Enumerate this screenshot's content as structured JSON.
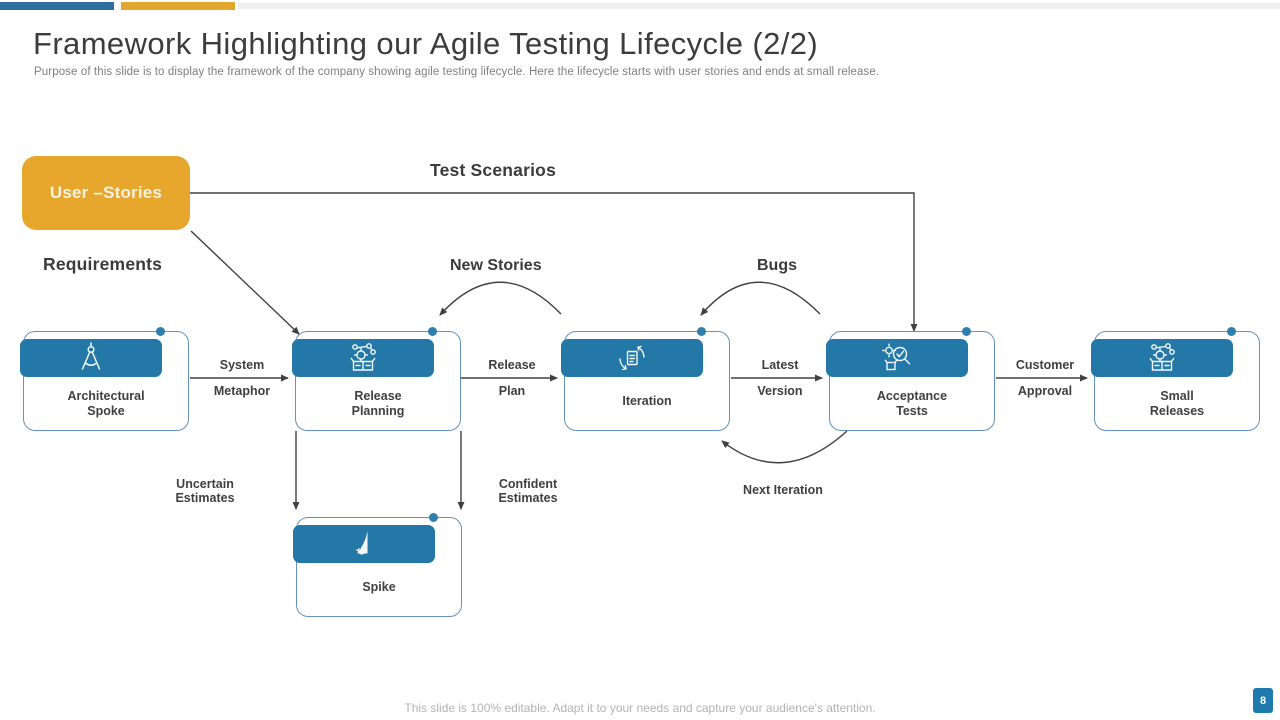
{
  "slide": {
    "title": "Framework Highlighting our Agile Testing Lifecycle (2/2)",
    "subtitle": "Purpose of this slide is to display the framework of the company showing agile testing lifecycle. Here the lifecycle starts with user stories and ends at small release.",
    "footer_note": "This slide is 100% editable. Adapt it to your needs and capture your audience's attention.",
    "page_number": "8"
  },
  "colors": {
    "node_fill": "#2478a8",
    "start_fill": "#e6a72c",
    "node_outline": "#6591bd",
    "connector": "#404040",
    "topbar_blue": "#2d6fa0",
    "topbar_yellow": "#e2a72e",
    "page_badge_blue": "#1f7bad"
  },
  "diagram": {
    "start_node": {
      "label": "User –Stories"
    },
    "flow_labels": {
      "test_scenarios": "Test Scenarios",
      "requirements": "Requirements",
      "new_stories": "New Stories",
      "bugs": "Bugs",
      "next_iteration": "Next Iteration",
      "uncertain_estimates": "Uncertain Estimates",
      "confident_estimates": "Confident Estimates"
    },
    "nodes": [
      {
        "label": "Architectural Spoke",
        "icon": "drafting-compass"
      },
      {
        "label": "Release Planning",
        "icon": "release-box-gear"
      },
      {
        "label": "Iteration",
        "icon": "document-cycle"
      },
      {
        "label": "Acceptance Tests",
        "icon": "magnifier-check"
      },
      {
        "label": "Small Releases",
        "icon": "release-box-gear"
      },
      {
        "label": "Spike",
        "icon": "sail-spike"
      }
    ],
    "edges": [
      {
        "top": "System",
        "bottom": "Metaphor"
      },
      {
        "top": "Release",
        "bottom": "Plan"
      },
      {
        "top": "Latest",
        "bottom": "Version"
      },
      {
        "top": "Customer",
        "bottom": "Approval"
      }
    ]
  }
}
